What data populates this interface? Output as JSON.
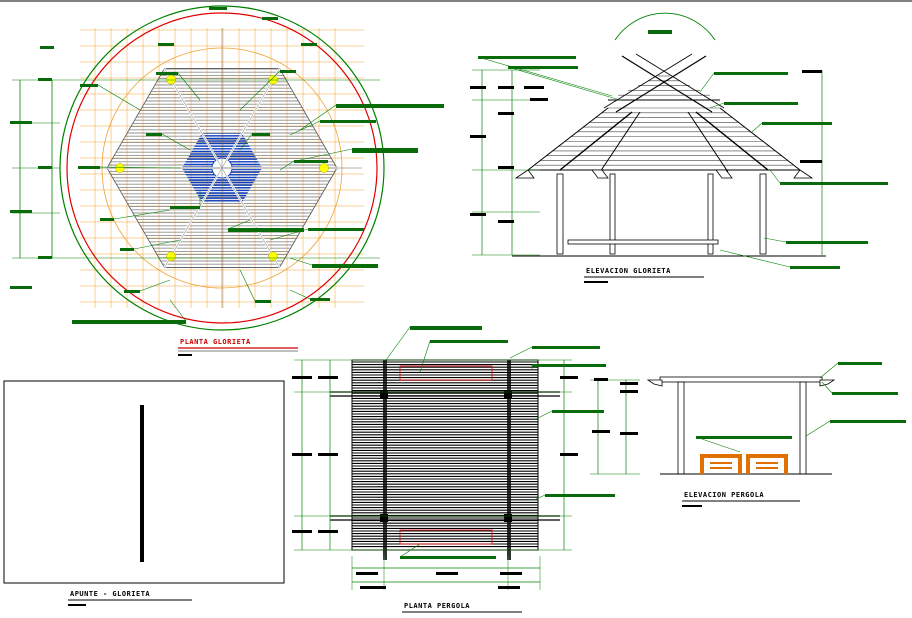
{
  "drawing": {
    "titles": {
      "planta_glorieta": "PLANTA GLORIETA",
      "elevacion_glorieta": "ELEVACION GLORIETA",
      "planta_pergola": "PLANTA PERGOLA",
      "elevacion_pergola": "ELEVACION PERGOLA",
      "apunte_glorieta": "APUNTE - GLORIETA"
    },
    "colors": {
      "background": "#ffffff",
      "dimension": "#008000",
      "hatch": "#909090",
      "roof_blue": "#1040c0",
      "red_circle": "#e00000",
      "orange_grid": "#f0a030",
      "bench_orange": "#e07000",
      "leader_bar": "#0a6b0a",
      "column_yellow": "#ffff00"
    }
  }
}
